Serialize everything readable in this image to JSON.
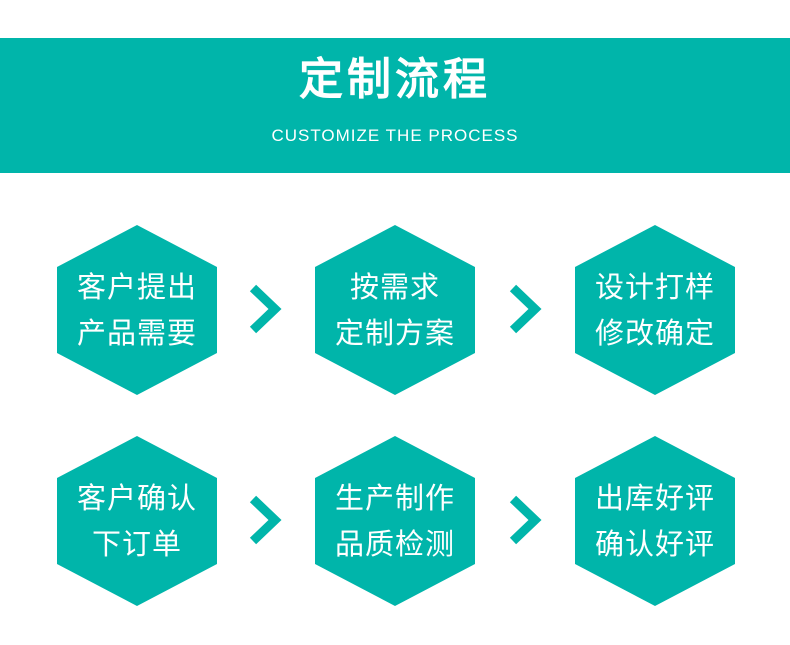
{
  "header": {
    "title": "定制流程",
    "subtitle": "CUSTOMIZE THE PROCESS"
  },
  "colors": {
    "accent": "#00b5aa",
    "text_on_accent": "#ffffff"
  },
  "steps": [
    {
      "line1": "客户提出",
      "line2": "产品需要"
    },
    {
      "line1": "按需求",
      "line2": "定制方案"
    },
    {
      "line1": "设计打样",
      "line2": "修改确定"
    },
    {
      "line1": "客户确认",
      "line2": "下订单"
    },
    {
      "line1": "生产制作",
      "line2": "品质检测"
    },
    {
      "line1": "出库好评",
      "line2": "确认好评"
    }
  ],
  "icons": {
    "connector": "chevron-right-icon"
  }
}
